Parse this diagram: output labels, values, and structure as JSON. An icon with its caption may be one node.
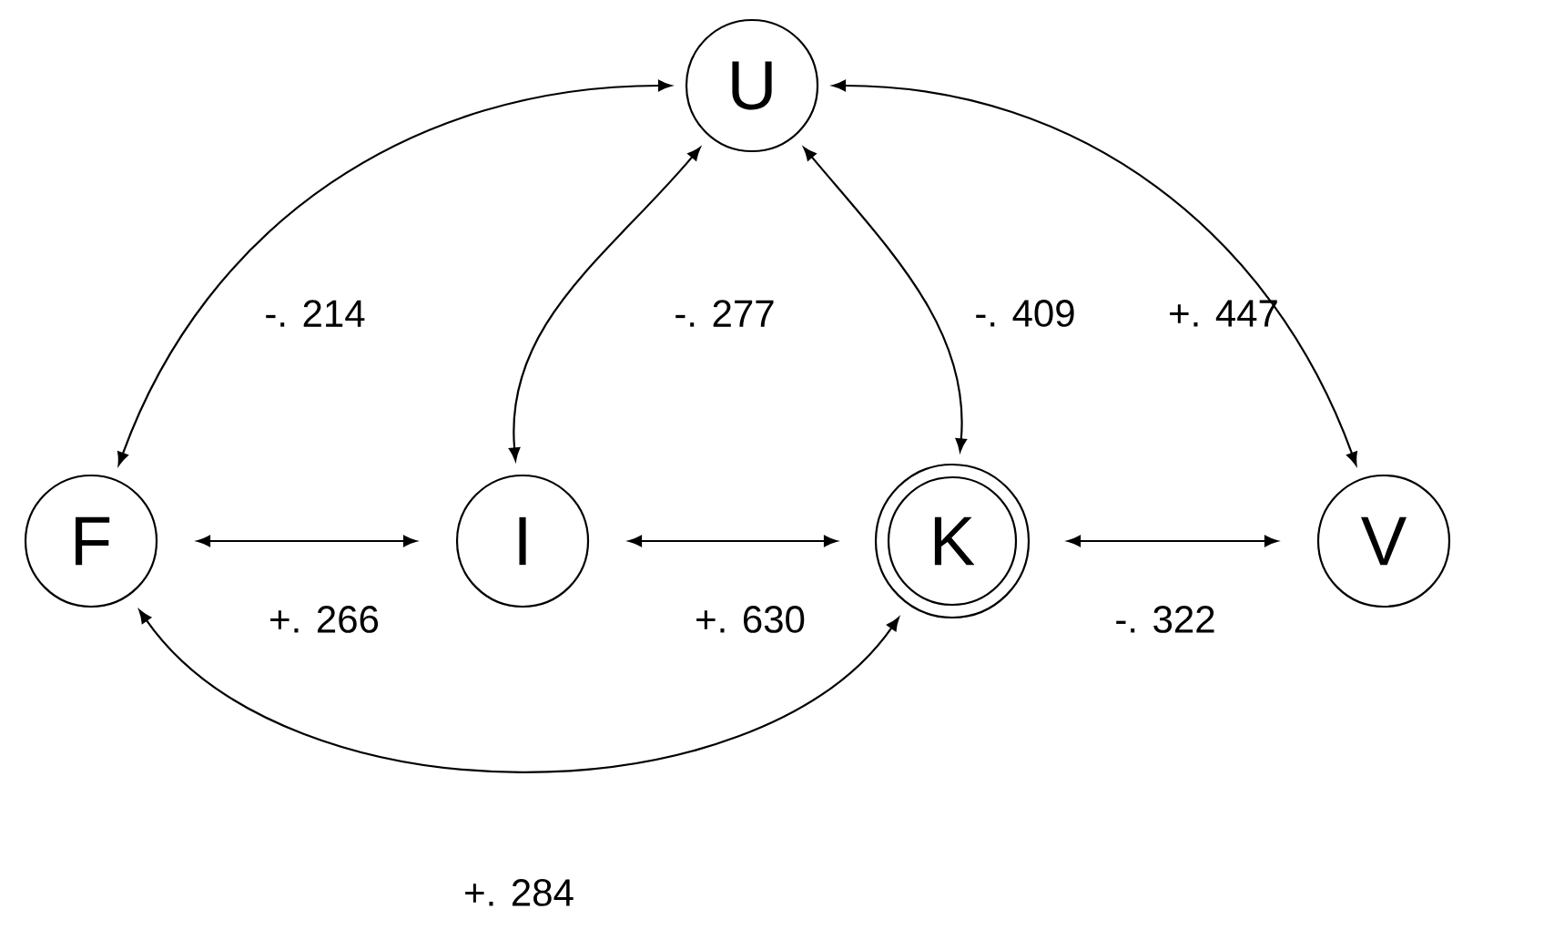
{
  "diagram": {
    "nodes": [
      {
        "text": [
          "U"
        ]
      },
      {
        "text": [
          "F"
        ]
      },
      {
        "text": [
          "I"
        ]
      },
      {
        "text": [
          "K"
        ]
      },
      {
        "text": [
          "V"
        ]
      }
    ],
    "edges": [
      {
        "from": 0,
        "to": 1,
        "arrow": "both",
        "label": "-. 214"
      },
      {
        "from": 0,
        "to": 2,
        "arrow": "both",
        "label": "-. 277"
      },
      {
        "from": 0,
        "to": 3,
        "arrow": "both",
        "label": "-. 409"
      },
      {
        "from": 0,
        "to": 4,
        "arrow": "both",
        "label": "+. 447"
      },
      {
        "from": 1,
        "to": 2,
        "arrow": "both",
        "label": "+. 266"
      },
      {
        "from": 2,
        "to": 3,
        "arrow": "both",
        "label": "+. 630"
      },
      {
        "from": 3,
        "to": 4,
        "arrow": "both",
        "label": "-. 322"
      },
      {
        "from": 1,
        "to": 3,
        "arrow": "both",
        "label": "+. 284"
      }
    ]
  }
}
